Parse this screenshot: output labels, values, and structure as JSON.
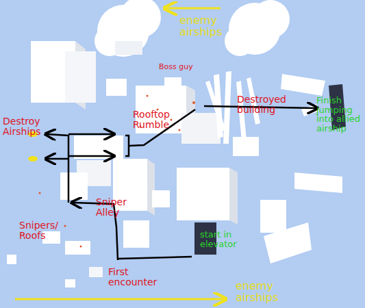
{
  "diagram": {
    "labels": [
      "enemy airships",
      "Boss guy",
      "Destroy Airships",
      "Rooftop Rumble",
      "Destroyed building",
      "Finish jumping into allied airship",
      "Sniper Alley",
      "Snipers/ Roofs",
      "start in elevator",
      "First encounter",
      "enemy airships"
    ]
  }
}
